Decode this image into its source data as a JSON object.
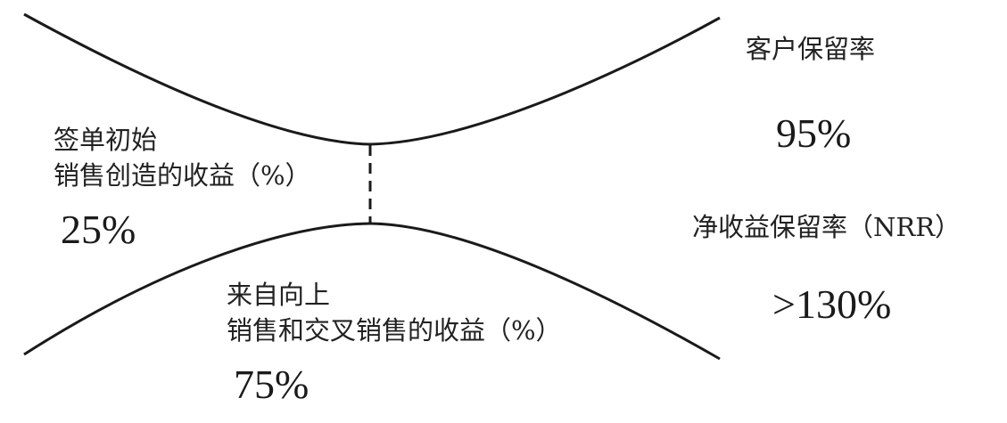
{
  "diagram": {
    "type": "bowtie",
    "connector_style": "dashed",
    "line_color": "#1a1a1a",
    "left_top": {
      "line1": "签单初始",
      "line2": "销售创造的收益（%）",
      "value": "25%"
    },
    "left_bottom": {
      "line1": "来自向上",
      "line2": "销售和交叉销售的收益（%）",
      "value": "75%"
    },
    "right_top": {
      "label": "客户保留率",
      "value": "95%"
    },
    "right_bottom": {
      "label": "净收益保留率（NRR）",
      "value": ">130%"
    }
  }
}
